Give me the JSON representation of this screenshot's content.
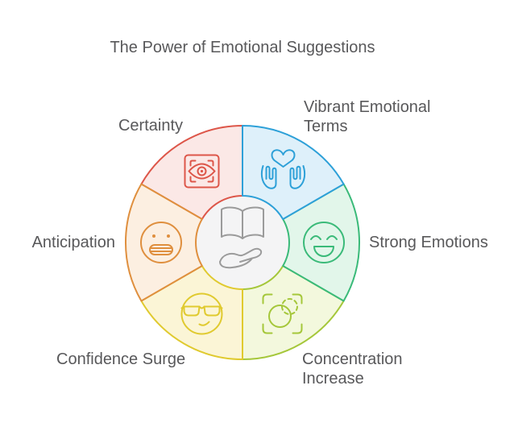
{
  "title": "The Power of Emotional Suggestions",
  "colors": {
    "background": "#ffffff",
    "text": "#58585a",
    "center_fill": "#f4f4f5",
    "center_icon": "#9b9b9b"
  },
  "center": {
    "icon": "book-in-hand-icon"
  },
  "segments": [
    {
      "name": "certainty",
      "label": "Certainty",
      "label_lines": [
        "Certainty"
      ],
      "icon": "eye-scan-icon",
      "color": "#dd5649",
      "fill": "#fbe8e6"
    },
    {
      "name": "vibrant-emotional-terms",
      "label": "Vibrant Emotional Terms",
      "label_lines": [
        "Vibrant Emotional",
        "Terms"
      ],
      "icon": "heart-in-hands-icon",
      "color": "#2da0d8",
      "fill": "#def0fa"
    },
    {
      "name": "strong-emotions",
      "label": "Strong Emotions",
      "label_lines": [
        "Strong Emotions"
      ],
      "icon": "laughing-face-icon",
      "color": "#3aba79",
      "fill": "#e2f6ea"
    },
    {
      "name": "concentration-increase",
      "label": "Concentration Increase",
      "label_lines": [
        "Concentration",
        "Increase"
      ],
      "icon": "focus-target-icon",
      "color": "#a5c73a",
      "fill": "#f3f8dd"
    },
    {
      "name": "confidence-surge",
      "label": "Confidence Surge",
      "label_lines": [
        "Confidence Surge"
      ],
      "icon": "sunglasses-face-icon",
      "color": "#e0ca2f",
      "fill": "#fbf5d6"
    },
    {
      "name": "anticipation",
      "label": "Anticipation",
      "label_lines": [
        "Anticipation"
      ],
      "icon": "grimace-face-icon",
      "color": "#df8f3e",
      "fill": "#fcefe1"
    }
  ]
}
